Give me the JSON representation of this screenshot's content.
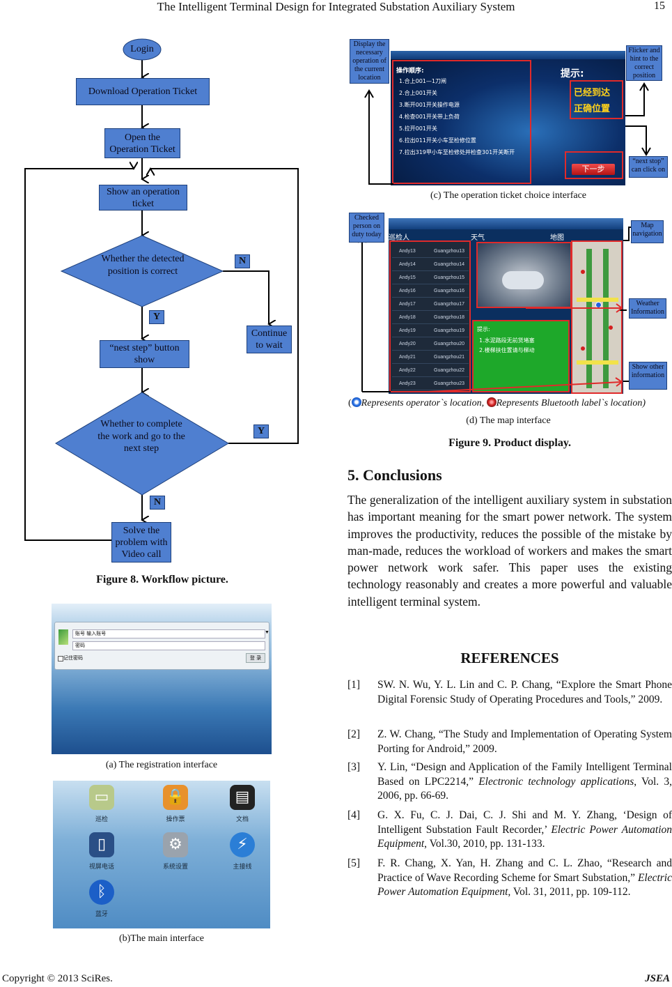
{
  "header": {
    "title": "The Intelligent Terminal Design for Integrated Substation Auxiliary System",
    "page_number": "15"
  },
  "footer": {
    "copyright": "Copyright © 2013 SciRes.",
    "journal": "JSEA"
  },
  "figure8": {
    "caption": "Figure 8. Workflow picture.",
    "nodes": {
      "login": "Login",
      "download": "Download Operation Ticket",
      "open": "Open the Operation Ticket",
      "show": "Show an operation ticket",
      "decision1": "Whether the detected position is correct",
      "wait": "Continue to wait",
      "nest": "“nest step” button show",
      "decision2": "Whether to complete the work and go to the next step",
      "solve": "Solve the problem with Video call"
    },
    "labels": {
      "n1": "N",
      "y1": "Y",
      "y2": "Y",
      "n2": "N"
    }
  },
  "figA": {
    "caption": "(a) The registration interface",
    "field1": "账号 输入账号",
    "field2": "密码",
    "remember": "记住密码",
    "login_btn": "登 录"
  },
  "figB": {
    "caption": "(b)The main interface",
    "icons": [
      {
        "label": "巡检",
        "icon": "ticket-icon",
        "color": "#b8c98a"
      },
      {
        "label": "操作票",
        "icon": "lock-icon",
        "color": "#e8912c"
      },
      {
        "label": "文档",
        "icon": "document-icon",
        "color": "#222222"
      },
      {
        "label": "视屏电话",
        "icon": "phone-icon",
        "color": "#2a4f86"
      },
      {
        "label": "系统设置",
        "icon": "gear-icon",
        "color": "#9aa3ad"
      },
      {
        "label": "主接线",
        "icon": "lightning-icon",
        "color": "#2b7ed6"
      },
      {
        "label": "蓝牙",
        "icon": "bluetooth-icon",
        "color": "#1c5fc7"
      }
    ]
  },
  "figC": {
    "caption": "(c) The operation ticket choice interface",
    "callouts": {
      "left": "Display the necessary operation of the current location",
      "top_right": "Flicker and hint to the correct position",
      "bottom_right": "“next stop” can click on"
    },
    "heading": "操作顺序:",
    "steps": [
      "1.合上001—1刀闸",
      "2.合上001开关",
      "3.断开001开关操作电源",
      "4.检查001开关带上负荷",
      "5.拉开001开关",
      "6.拉出011开关小车至检修位置",
      "7.拉出319甲小车至检修处并检查301开关断开"
    ],
    "hint_title": "提示:",
    "hint_lines": [
      "已经到达",
      "正确位置"
    ],
    "next_btn": "下一步"
  },
  "figD": {
    "caption": "(d) The map interface",
    "legend_prefix": "(",
    "legend1": "Represents operator`s location,",
    "legend2": "Represents Bluetooth label`s location)",
    "callouts": {
      "left": "Checked person on duty today",
      "map": "Map navigation",
      "weather": "Weather Information",
      "other": "Show other information"
    },
    "panel_labels": {
      "inspector": "巡检人",
      "weather": "天气",
      "map": "地图"
    },
    "people": [
      [
        "Andy13",
        "Guangzhou13"
      ],
      [
        "Andy14",
        "Guangzhou14"
      ],
      [
        "Andy15",
        "Guangzhou15"
      ],
      [
        "Andy16",
        "Guangzhou16"
      ],
      [
        "Andy17",
        "Guangzhou17"
      ],
      [
        "Andy18",
        "Guangzhou18"
      ],
      [
        "Andy19",
        "Guangzhou19"
      ],
      [
        "Andy20",
        "Guangzhou20"
      ],
      [
        "Andy21",
        "Guangzhou21"
      ],
      [
        "Andy22",
        "Guangzhou22"
      ],
      [
        "Andy23",
        "Guangzhou23"
      ]
    ],
    "notice_title": "提示:",
    "notice_lines": [
      "1.水泥路段无前货堵塞",
      "2.楼梯扶住置请与梯动"
    ]
  },
  "figure9": {
    "caption": "Figure 9. Product display."
  },
  "section5": {
    "title": "5. Conclusions",
    "body": "The generalization of the intelligent auxiliary system in substation has important meaning for the smart power network. The system improves the productivity, reduces the possible of the mistake by man-made, reduces the workload of workers and makes the smart power network work safer. This paper uses the existing technology reasonably and creates a more powerful and valuable intelligent terminal system."
  },
  "references": {
    "title": "REFERENCES",
    "items": [
      {
        "num": "[1]",
        "text": "SW. N. Wu, Y. L. Lin and C. P. Chang, “Explore the Smart Phone Digital Forensic Study of Operating Procedures and Tools,” 2009.",
        "italic": ""
      },
      {
        "num": "[2]",
        "text": "Z. W. Chang, “The Study and Implementation of Operating System Porting for Android,” 2009.",
        "italic": ""
      },
      {
        "num": "[3]",
        "text": "Y. Lin, “Design and Application of the Family Intelligent Terminal Based on LPC2214,” ",
        "italic": "Electronic technology applications",
        "tail": ", Vol. 3, 2006, pp. 66-69."
      },
      {
        "num": "[4]",
        "text": "G. X. Fu, C. J.   Dai, C. J. Shi and M. Y. Zhang, ‘Design of Intelligent Substation Fault Recorder,’ ",
        "italic": "Electric Power Automation Equipment",
        "tail": ", Vol.30, 2010, pp. 131-133."
      },
      {
        "num": "[5]",
        "text": "F. R. Chang, X. Yan, H. Zhang and C. L. Zhao, “Research and Practice of Wave Recording Scheme for Smart Substation,” ",
        "italic": "Electric Power Automation Equipment,",
        "tail": " Vol. 31, 2011, pp. 109-112."
      }
    ]
  }
}
